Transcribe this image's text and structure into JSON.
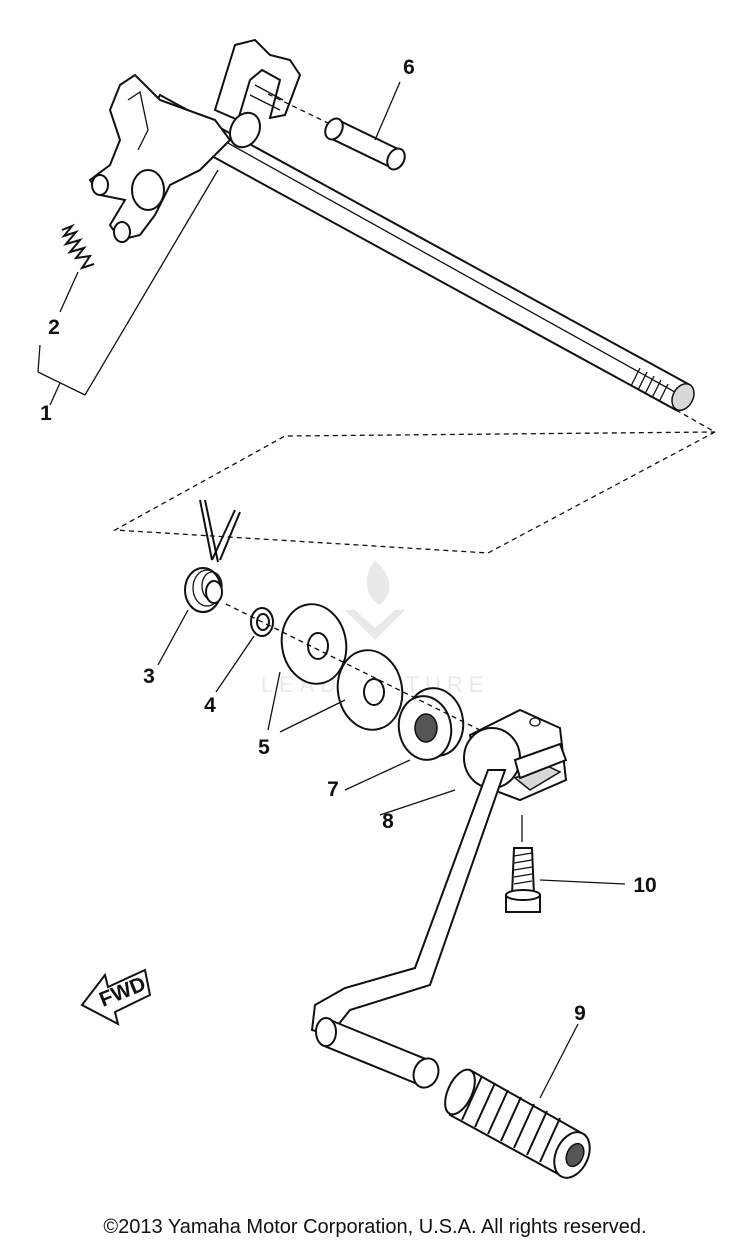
{
  "diagram": {
    "callouts": {
      "c1": "1",
      "c2": "2",
      "c3": "3",
      "c4": "4",
      "c5": "5",
      "c6_top": "6",
      "c7": "7",
      "c8": "8",
      "c9": "9",
      "c10": "10"
    },
    "fwd_label": "FWD",
    "watermark_text": "LEADVENTURE"
  },
  "copyright": "©2013 Yamaha Motor Corporation, U.S.A. All rights reserved."
}
